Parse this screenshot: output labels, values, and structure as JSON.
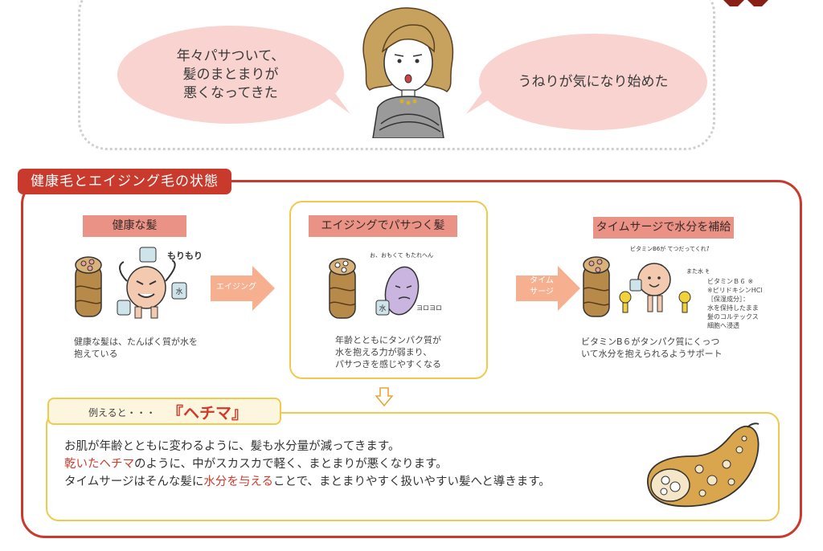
{
  "top": {
    "bubble_left": "年々パサついて、\n髪のまとまりが\n悪くなってきた",
    "bubble_right": "うねりが気になり始めた"
  },
  "section": {
    "title": "健康毛とエイジング毛の状態"
  },
  "columns": [
    {
      "label": "健康な髪",
      "desc": "健康な髪は、たんぱく質が水を\n抱えている",
      "illus_text": "もりもり!",
      "bucket_text": "水"
    },
    {
      "label": "エイジングでパサつく髪",
      "desc": "年齢とともにタンパク質が\n水を抱える力が弱まり、\nパサつきを感じやすくなる",
      "illus_text": "お、おもくて もたれへん",
      "illus_text2": "ヨロヨロ",
      "bucket_text": "水"
    },
    {
      "label": "タイムサージで水分を補給",
      "desc": "ビタミンB６がタンパク質にくっつ\nいて水分を抱えられるようサポート",
      "illus_text": "ビタミンB6が てつだってくれたよ!",
      "illus_text2": "また水 もてるよ",
      "note": "ビタミンＢ６ ※\n※ピリドキシンHCl\n［保湿成分］：\n水を保持したまま\n髪のコルテックス\n細胞へ浸透"
    }
  ],
  "arrows": {
    "first": "エイジング",
    "second": "タイム\nサージ"
  },
  "example": {
    "prefix": "例えると・・・",
    "word": "『ヘチマ』",
    "line1": "お肌が年齢とともに変わるように、髪も水分量が減ってきます。",
    "line2_red": "乾いたヘチマ",
    "line2_rest": "のように、中がスカスカで軽く、まとまりが悪くなります。",
    "line3_a": "タイムサージはそんな髪に",
    "line3_red": "水分を与える",
    "line3_b": "ことで、まとまりやすく扱いやすい髪へと導きます。"
  },
  "colors": {
    "accent_red": "#c93a2c",
    "bubble_pink": "#f8d3cf",
    "label_salmon": "#eb9286",
    "frame_yellow": "#f1c94c",
    "arrow_orange": "#f6b08f"
  }
}
